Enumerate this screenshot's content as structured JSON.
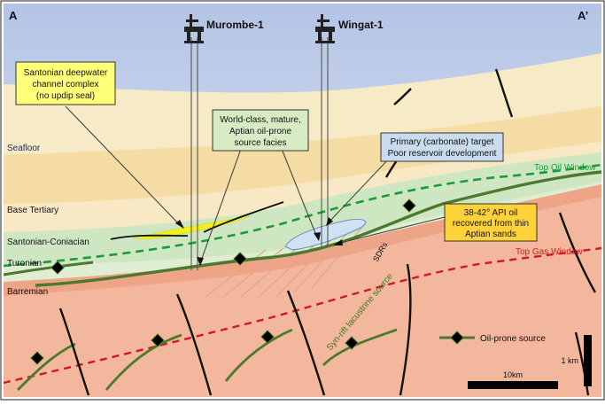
{
  "section": {
    "start_label": "A",
    "end_label": "A’"
  },
  "wells": [
    {
      "name": "Murombe-1"
    },
    {
      "name": "Wingat-1"
    }
  ],
  "layers": {
    "seafloor": "Seafloor",
    "base_tertiary": "Base Tertiary",
    "santonian_coniacian": "Santonian-Coniacian",
    "turonian": "Turonian",
    "barremian": "Barremian"
  },
  "windows": {
    "top_oil": "Top Oil Window",
    "top_gas": "Top Gas Window"
  },
  "labels": {
    "sdrs": "SDRs",
    "syn_rift": "Syn-rift lacustrine source"
  },
  "callouts": {
    "santonian": [
      "Santonian deepwater",
      "channel complex",
      "(no updip seal)"
    ],
    "aptian_source": [
      "World-class, mature,",
      "Aptian oil-prone",
      "source facies"
    ],
    "primary_target": [
      "Primary (carbonate) target",
      "Poor reservoir development"
    ],
    "api_oil": [
      "38-42° API oil",
      "recovered from thin",
      "Aptian sands"
    ]
  },
  "legend": {
    "oil_prone_source": "Oil-prone source"
  },
  "scale": {
    "vertical": "1 km",
    "horizontal": "10km"
  },
  "colors": {
    "sky_top": "#bccbe8",
    "sediment_tan": "#f6dfa9",
    "light_tan": "#f9ecc6",
    "green_band": "#cfe6c3",
    "salmon": "#f4b59a",
    "orange_band": "#eeaa8b",
    "oil_window": "#1a9c36",
    "gas_window": "#d11a1a",
    "source_line": "#4b7a2e",
    "yellow_box": "#ffff7a",
    "green_box": "#d7ecc5",
    "blue_box": "#c9dcef",
    "gold_box": "#ffd23a"
  }
}
